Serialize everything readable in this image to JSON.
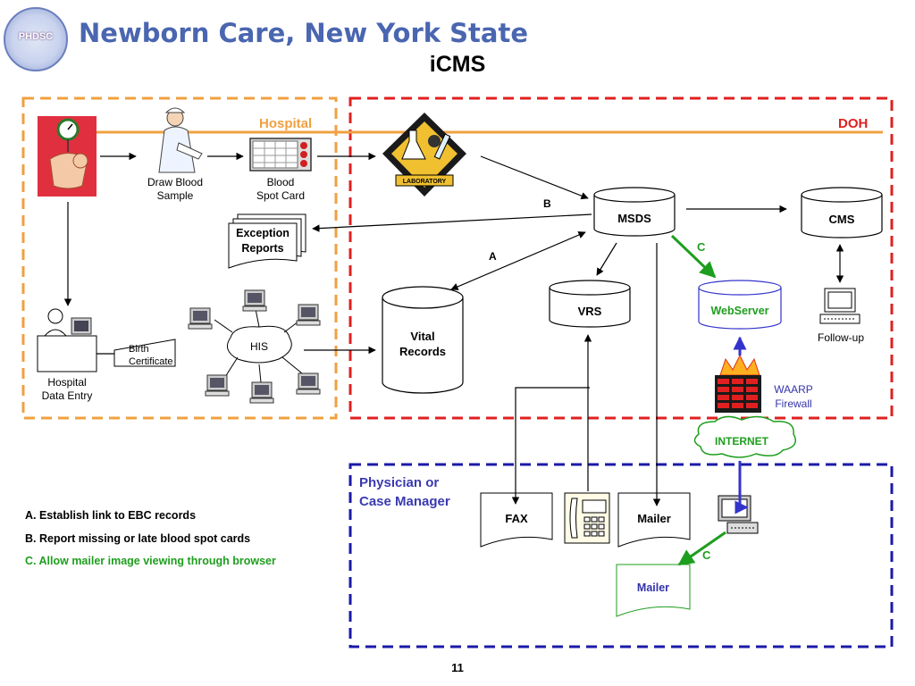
{
  "header": {
    "title": "Newborn Care, New York State",
    "subtitle": "iCMS",
    "logo_text": "PHDSC"
  },
  "regions": {
    "hospital": "Hospital",
    "doh": "DOH",
    "physician_line1": "Physician or",
    "physician_line2": "Case Manager"
  },
  "nodes": {
    "draw_blood_1": "Draw Blood",
    "draw_blood_2": "Sample",
    "spot_card_1": "Blood",
    "spot_card_2": "Spot Card",
    "laboratory": "LABORATORY",
    "exception_1": "Exception",
    "exception_2": "Reports",
    "msds": "MSDS",
    "cms": "CMS",
    "vrs": "VRS",
    "webserver": "WebServer",
    "followup": "Follow-up",
    "vital_1": "Vital",
    "vital_2": "Records",
    "his": "HIS",
    "birth_1": "Birth",
    "birth_2": "Certificate",
    "entry_1": "Hospital",
    "entry_2": "Data Entry",
    "waarp_1": "WAARP",
    "waarp_2": "Firewall",
    "internet": "INTERNET",
    "fax": "FAX",
    "mailer": "Mailer",
    "mailer_green": "Mailer"
  },
  "edge_labels": {
    "a": "A",
    "b": "B",
    "c_top": "C",
    "c_bottom": "C"
  },
  "legend": {
    "a": "A. Establish link to EBC records",
    "b": "B. Report missing or late blood spot cards",
    "c": "C. Allow mailer image viewing through browser"
  },
  "colors": {
    "orange": "#f0a040",
    "red": "#e02020",
    "blue": "#1a1aa8",
    "green": "#1e9e1e",
    "title_blue": "#4a66b0"
  },
  "footer": {
    "page": "11"
  }
}
